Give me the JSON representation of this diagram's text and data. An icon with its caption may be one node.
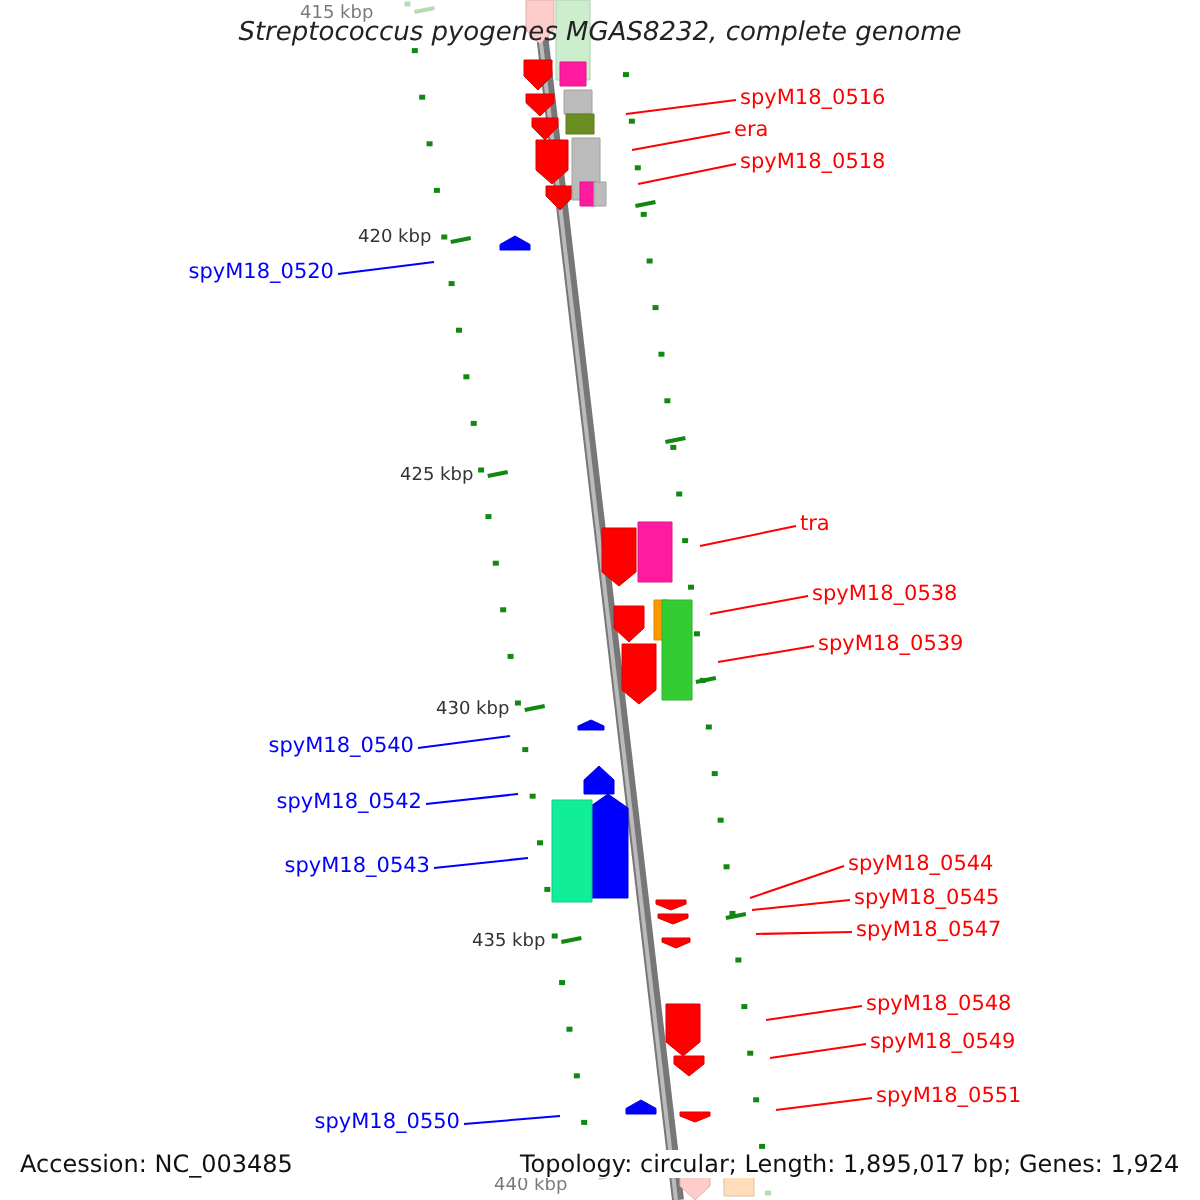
{
  "diagram": {
    "title": "Streptococcus pyogenes MGAS8232, complete genome",
    "nodes": [
      {
        "text": [
          "spyM18_0516"
        ]
      },
      {
        "text": [
          "era"
        ]
      },
      {
        "text": [
          "spyM18_0518"
        ]
      },
      {
        "text": [
          "spyM18_0520"
        ]
      },
      {
        "text": [
          "tra"
        ]
      },
      {
        "text": [
          "spyM18_0538"
        ]
      },
      {
        "text": [
          "spyM18_0539"
        ]
      },
      {
        "text": [
          "spyM18_0540"
        ]
      },
      {
        "text": [
          "spyM18_0542"
        ]
      },
      {
        "text": [
          "spyM18_0543"
        ]
      },
      {
        "text": [
          "spyM18_0544"
        ]
      },
      {
        "text": [
          "spyM18_0545"
        ]
      },
      {
        "text": [
          "spyM18_0547"
        ]
      },
      {
        "text": [
          "spyM18_0548"
        ]
      },
      {
        "text": [
          "spyM18_0549"
        ]
      },
      {
        "text": [
          "spyM18_0551"
        ]
      },
      {
        "text": [
          "spyM18_0550"
        ]
      }
    ],
    "edges": [
      {
        "from": 0,
        "to": null,
        "arrow": "none"
      },
      {
        "from": 1,
        "to": null,
        "arrow": "none"
      },
      {
        "from": 2,
        "to": null,
        "arrow": "none"
      },
      {
        "from": 3,
        "to": null,
        "arrow": "none",
        "color": "#0000ff"
      },
      {
        "from": 4,
        "to": null,
        "arrow": "none"
      },
      {
        "from": 5,
        "to": null,
        "arrow": "none"
      },
      {
        "from": 6,
        "to": null,
        "arrow": "none"
      },
      {
        "from": 7,
        "to": null,
        "arrow": "none",
        "color": "#0000ff"
      },
      {
        "from": 8,
        "to": null,
        "arrow": "none",
        "color": "#0000ff"
      },
      {
        "from": 9,
        "to": null,
        "arrow": "none",
        "color": "#0000ff"
      },
      {
        "from": 10,
        "to": null,
        "arrow": "none"
      },
      {
        "from": 11,
        "to": null,
        "arrow": "none"
      },
      {
        "from": 12,
        "to": null,
        "arrow": "none"
      },
      {
        "from": 13,
        "to": null,
        "arrow": "none"
      },
      {
        "from": 14,
        "to": null,
        "arrow": "none"
      },
      {
        "from": 15,
        "to": null,
        "arrow": "none"
      },
      {
        "from": 16,
        "to": null,
        "arrow": "none",
        "color": "#0000ff"
      }
    ],
    "labels": [
      "415 kbp",
      "420 kbp",
      "425 kbp",
      "430 kbp",
      "435 kbp",
      "440 kbp",
      "Accession: NC_003485",
      "Topology: circular; Length: 1,895,017 bp; Genes: 1,924"
    ]
  }
}
